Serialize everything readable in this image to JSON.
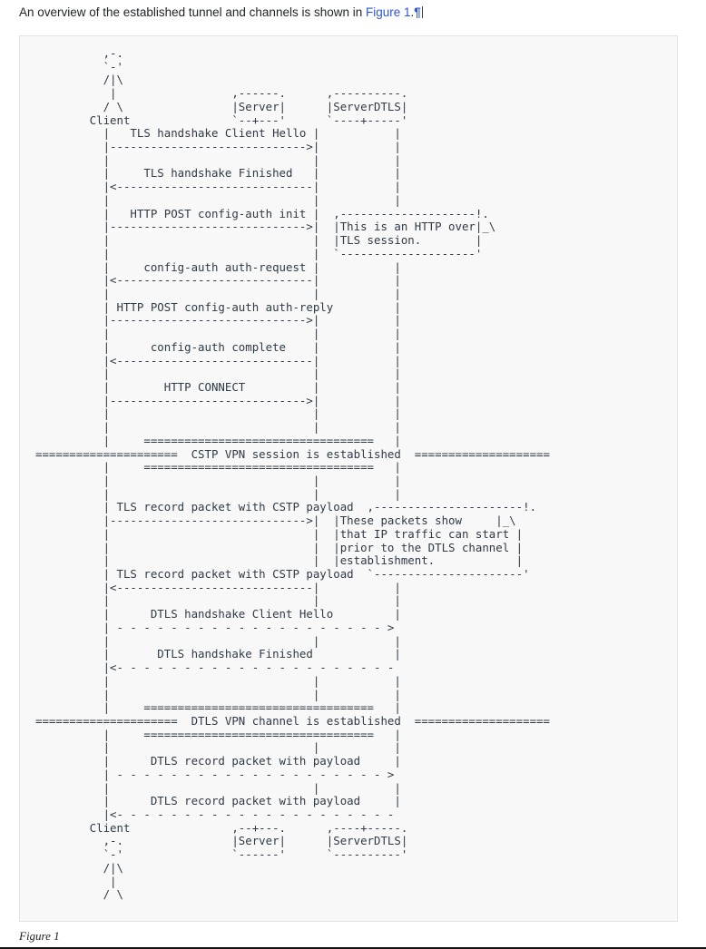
{
  "intro": {
    "text_before": "An overview of the established tunnel and channels is shown in ",
    "figure_link": "Figure 1",
    "text_after": ".",
    "pilcrow": "¶"
  },
  "figure": {
    "caption": "Figure 1",
    "participants": [
      "Client",
      "Server",
      "ServerDTLS"
    ],
    "notes": [
      "This is an HTTP over TLS session.",
      "These packets show that IP traffic can start prior to the DTLS channel establishment."
    ],
    "separators": [
      "CSTP VPN session is established",
      "DTLS VPN channel is established"
    ],
    "messages": [
      {
        "label": "TLS handshake Client Hello",
        "from": "Client",
        "to": "Server",
        "style": "solid",
        "direction": "right"
      },
      {
        "label": "TLS handshake Finished",
        "from": "Server",
        "to": "Client",
        "style": "solid",
        "direction": "left"
      },
      {
        "label": "HTTP POST config-auth init",
        "from": "Client",
        "to": "Server",
        "style": "solid",
        "direction": "right"
      },
      {
        "label": "config-auth auth-request",
        "from": "Server",
        "to": "Client",
        "style": "solid",
        "direction": "left"
      },
      {
        "label": "HTTP POST config-auth auth-reply",
        "from": "Client",
        "to": "Server",
        "style": "solid",
        "direction": "right"
      },
      {
        "label": "config-auth complete",
        "from": "Server",
        "to": "Client",
        "style": "solid",
        "direction": "left"
      },
      {
        "label": "HTTP CONNECT",
        "from": "Client",
        "to": "Server",
        "style": "solid",
        "direction": "right"
      },
      {
        "label": "TLS record packet with CSTP payload",
        "from": "Client",
        "to": "Server",
        "style": "solid",
        "direction": "right"
      },
      {
        "label": "TLS record packet with CSTP payload",
        "from": "Server",
        "to": "Client",
        "style": "solid",
        "direction": "left"
      },
      {
        "label": "DTLS handshake Client Hello",
        "from": "Client",
        "to": "ServerDTLS",
        "style": "dashed",
        "direction": "right"
      },
      {
        "label": "DTLS handshake Finished",
        "from": "ServerDTLS",
        "to": "Client",
        "style": "dashed",
        "direction": "left"
      },
      {
        "label": "DTLS record packet with payload",
        "from": "Client",
        "to": "ServerDTLS",
        "style": "dashed",
        "direction": "right"
      },
      {
        "label": "DTLS record packet with payload",
        "from": "ServerDTLS",
        "to": "Client",
        "style": "dashed",
        "direction": "left"
      }
    ],
    "ascii": "          ,-.\n          `-'\n          /|\\\n           |                 ,------.      ,----------.\n          / \\                |Server|      |ServerDTLS|\n        Client               `--+---'      `----+-----'\n          |   TLS handshake Client Hello |           |\n          |----------------------------->|           |\n          |                              |           |\n          |     TLS handshake Finished   |           |\n          |<-----------------------------|           |\n          |                              |           |\n          |   HTTP POST config-auth init |  ,--------------------!.\n          |----------------------------->|  |This is an HTTP over|_\\\n          |                              |  |TLS session.        |\n          |                              |  `--------------------'\n          |     config-auth auth-request |           |\n          |<-----------------------------|           |\n          |                              |           |\n          | HTTP POST config-auth auth-reply         |\n          |----------------------------->|           |\n          |                              |           |\n          |      config-auth complete    |           |\n          |<-----------------------------|           |\n          |                              |           |\n          |        HTTP CONNECT          |           |\n          |----------------------------->|           |\n          |                              |           |\n          |                              |           |\n          |     ==================================   |\n=====================  CSTP VPN session is established  ====================\n          |     ==================================   |\n          |                              |           |\n          |                              |           |\n          | TLS record packet with CSTP payload  ,----------------------!.\n          |----------------------------->|  |These packets show     |_\\\n          |                              |  |that IP traffic can start |\n          |                              |  |prior to the DTLS channel |\n          |                              |  |establishment.            |\n          | TLS record packet with CSTP payload  `----------------------'\n          |<-----------------------------|           |\n          |                              |           |\n          |      DTLS handshake Client Hello         |\n          | - - - - - - - - - - - - - - - - - - - - >\n          |                              |           |\n          |       DTLS handshake Finished            |\n          |<- - - - - - - - - - - - - - - - - - - - -\n          |                              |           |\n          |                              |           |\n          |     ==================================   |\n=====================  DTLS VPN channel is established  ====================\n          |     ==================================   |\n          |                              |           |\n          |      DTLS record packet with payload     |\n          | - - - - - - - - - - - - - - - - - - - - >\n          |                              |           |\n          |      DTLS record packet with payload     |\n          |<- - - - - - - - - - - - - - - - - - - - -\n        Client               ,--+---.      ,----+-----.\n          ,-.                |Server|      |ServerDTLS|\n          `-'                `------'      `----------'\n          /|\\\n           |\n          / \\\n"
  }
}
